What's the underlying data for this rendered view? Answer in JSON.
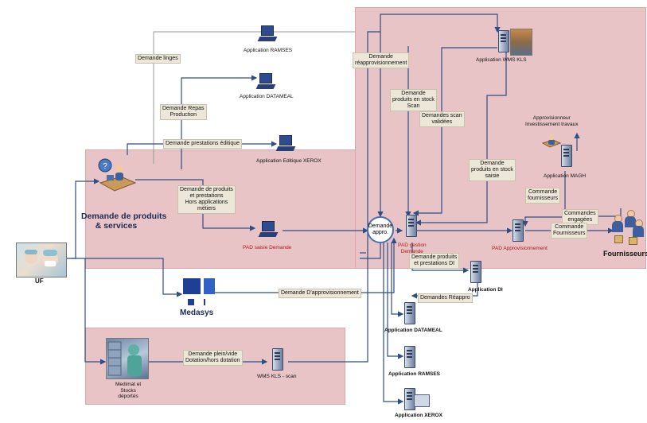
{
  "colors": {
    "zone": "#e9c4c6",
    "arrow": "#2e4e86",
    "thin": "#9a9a9a",
    "label_bg": "#ece7d8",
    "red_text": "#b01818"
  },
  "nodes": {
    "uf": "UF",
    "demande_produits": "Demande de produits\n& services",
    "medasys": "Medasys",
    "medimat": "Medimat et\nStocks\ndéportés",
    "wms_scan": "WMS KLS  - scan",
    "app_ramses_top": "Application RAMSES",
    "app_datameal_top": "Application DATAMEAL",
    "app_xerox_top": "Application Editique XEROX",
    "pad_saisie": "PAD saisie Demande",
    "app_wms_kls": "Application WMS  KLS",
    "approvisionneur": "Approvisionneur\nInvestissement travaux",
    "app_maghe": "Application MAGH",
    "demande_appro": "Demande\nappro.",
    "pad_gestion": "PAD gestion\nDemande",
    "pad_approvisionnement": "PAD Approvisionnement",
    "fournisseurs": "Fournisseurs",
    "app_di": "Application DI",
    "app_datameal_bottom": "Application DATAMEAL",
    "app_ramses_bottom": "Application RAMSES",
    "app_xerox_bottom": "Application XEROX"
  },
  "labels": {
    "demande_linges": "Demande linges",
    "demande_repas": "Demande Repas\nProduction",
    "demande_prestations_editique": "Demande prestations éditique",
    "demande_hors_applications": "Demande de produits\net prestations\nHors applications\nmétiers",
    "demande_approvisionnement": "Demande D'approvisionnement",
    "demande_plein_vide": "Demande plein/vide\nDotation/hors dotation",
    "demande_reapprovisionnement": "Demande\nréapprovisionnement",
    "demande_stock_scan": "Demande\nproduits en stock\nScan",
    "demandes_scan_validees": "Demandes scan\nvalidées",
    "demande_stock_saisie": "Demande\nproduits en stock\nsaisie",
    "commande_fournisseurs": "Commande\nfournisseurs",
    "commandes_engagees": "Commandes\nengagées",
    "commande_fournisseurs_2": "Commande\nFournisseurs",
    "demande_prestations_di": "Demande produits\net prestations DI",
    "demandes_reappro": "Demandes Réappro"
  }
}
